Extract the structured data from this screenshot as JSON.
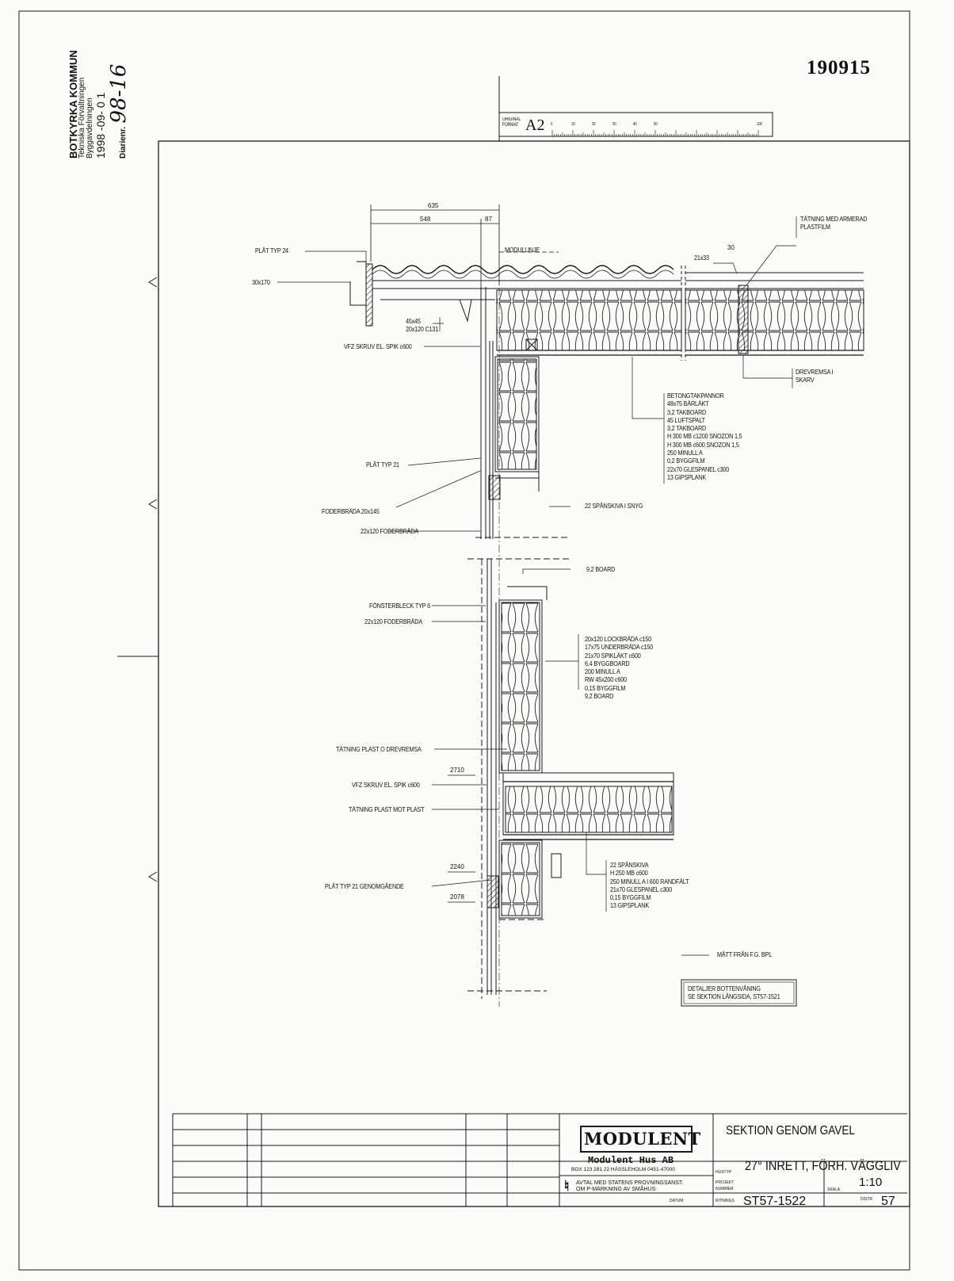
{
  "stamp": {
    "authority": "BOTKYRKA KOMMUN",
    "department": "Tekniska Förvaltningen",
    "office": "Byggavdelningen",
    "date": "1998 -09- 0 1",
    "diarienr_label": "Diarienr.",
    "diarienr_value": "98-16"
  },
  "document_number": "190915",
  "ruler": {
    "label_top": "ORIGINAL",
    "label_bottom": "FORMAT",
    "format": "A2",
    "ticks": [
      "0",
      "10",
      "20",
      "30",
      "40",
      "50",
      "100"
    ]
  },
  "dimensions": [
    "635",
    "548",
    "87",
    "30",
    "2710",
    "2240",
    "2078"
  ],
  "labels": {
    "modullinje": "MODULLINJE",
    "plat24": "PLÅT TYP 24",
    "b30x170": "30x170",
    "b45x45": "45x45",
    "b20x120": "20x120 C131",
    "vfz1": "VFZ SKRUV EL. SPIK c600",
    "plat21": "PLÅT TYP 21",
    "foder20": "FODERBRÄDA 20x145",
    "foder22a": "22x120 FODERBRÄDA",
    "spanskiva": "22 SPÅNSKIVA I SNYG",
    "board92": "9,2 BOARD",
    "fonster": "FÖNSTERBLECK TYP 6",
    "foder22b": "22x120 FODERBRÄDA",
    "tatning1": "TÄTNING PLAST O DREVREMSA",
    "vfz2": "VFZ SKRUV EL. SPIK c600",
    "tatning2": "TÄTNING PLAST MOT PLAST",
    "plat21g": "PLÅT TYP 21 GENOMGÅENDE",
    "b21x33": "21x33",
    "tatning_armerad_1": "TÄTNING MED ARMERAD",
    "tatning_armerad_2": "PLASTFILM",
    "drevremsa_1": "DREVREMSA I",
    "drevremsa_2": "SKARV",
    "legend": "MÅTT FRÅN F.G. BPL",
    "note_1": "DETALJER BOTTENVÅNING",
    "note_2": "SE SEKTION LÅNGSIDA, ST57-1521"
  },
  "specs": {
    "roof": [
      "BETONGTAKPANNOR",
      "48x75 BÄRLÄKT",
      "3,2 TAKBOARD",
      "45 LUFTSPALT",
      "3,2 TAKBOARD",
      "H 300 MB c1200 SNOZON 1,5",
      "H 300 MB c600  SNOZON 1,5",
      "250 MINULL A",
      "0,2 BYGGFILM",
      "22x70 GLESPANEL c300",
      "13 GIPSPLANK"
    ],
    "wall": [
      "20x120 LOCKBRÄDA c150",
      "17x75 UNDERBRÄDA c150",
      "21x70 SPIKLÄKT c600",
      "6,4 BYGGBOARD",
      "200 MINULL A",
      "RW 45x200 c600",
      "0,15 BYGGFILM",
      "9,2 BOARD"
    ],
    "floor": [
      "22 SPÅNSKIVA",
      "H 250 MB c600",
      "250 MINULL A I 600 RANDFÄLT",
      "21x70 GLESPANEL c300",
      "0,15 BYGGFILM",
      "13 GIPSPLANK"
    ]
  },
  "title_block": {
    "logo": "MODULENT",
    "company": "Modulent Hus AB",
    "address": "BOX 123   281 22 HÄSSLEHOLM 0451-47000",
    "agreement_1": "AVTAL MED STATENS PROVNINGSANST.",
    "agreement_2": "OM P-MÄRKNING AV SMÅHUS",
    "title": "SEKTION GENOM GAVEL",
    "hustyp_label": "HUSTYP",
    "hustyp": "27° INRETT, FÖRH. VÄGGLIV",
    "projekt_label": "PROJEKT",
    "nummer_label": "NUMMER",
    "skala_label": "SKALA",
    "skala": "1:10",
    "ritning_label": "RITNINGS",
    "ritning": "ST57-1522",
    "datum_label": "DATUM",
    "distr_label": "DISTR",
    "distr": "57"
  }
}
